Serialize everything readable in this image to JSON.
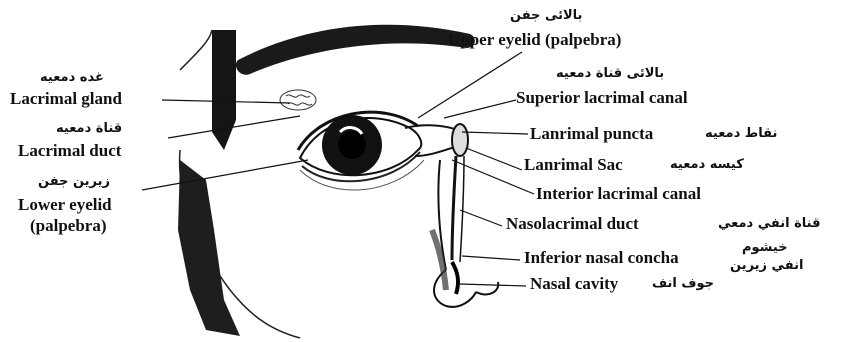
{
  "colors": {
    "ink": "#111111",
    "paper": "#ffffff",
    "shade": "#555555"
  },
  "labels": {
    "upper_eyelid": {
      "fa": "بالائی جفن",
      "en": "Upper eyelid (palpebra)"
    },
    "lacrimal_gland": {
      "fa": "غده دمعیه",
      "en": "Lacrimal gland"
    },
    "lacrimal_duct": {
      "fa": "قناة دمعیه",
      "en": "Lacrimal duct"
    },
    "lower_eyelid": {
      "fa": "زیرین جفن",
      "en_line1": "Lower eyelid",
      "en_line2": "(palpebra)"
    },
    "superior_canal": {
      "fa": "بالائی قناة دمعیه",
      "en": "Superior lacrimal canal"
    },
    "puncta": {
      "en": "Lanrimal puncta",
      "fa": "نقاط دمعیه"
    },
    "sac": {
      "en": "Lanrimal Sac",
      "fa": "کیسه دمعیه"
    },
    "interior_canal": {
      "en": "Interior lacrimal canal"
    },
    "nasolacrimal": {
      "en": "Nasolacrimal duct",
      "fa": "قناة انفي دمعي"
    },
    "concha": {
      "en": "Inferior nasal concha",
      "fa_line1": "خیشوم",
      "fa_line2": "انفي زیرین"
    },
    "cavity": {
      "en": "Nasal cavity",
      "fa": "جوف انف"
    }
  }
}
